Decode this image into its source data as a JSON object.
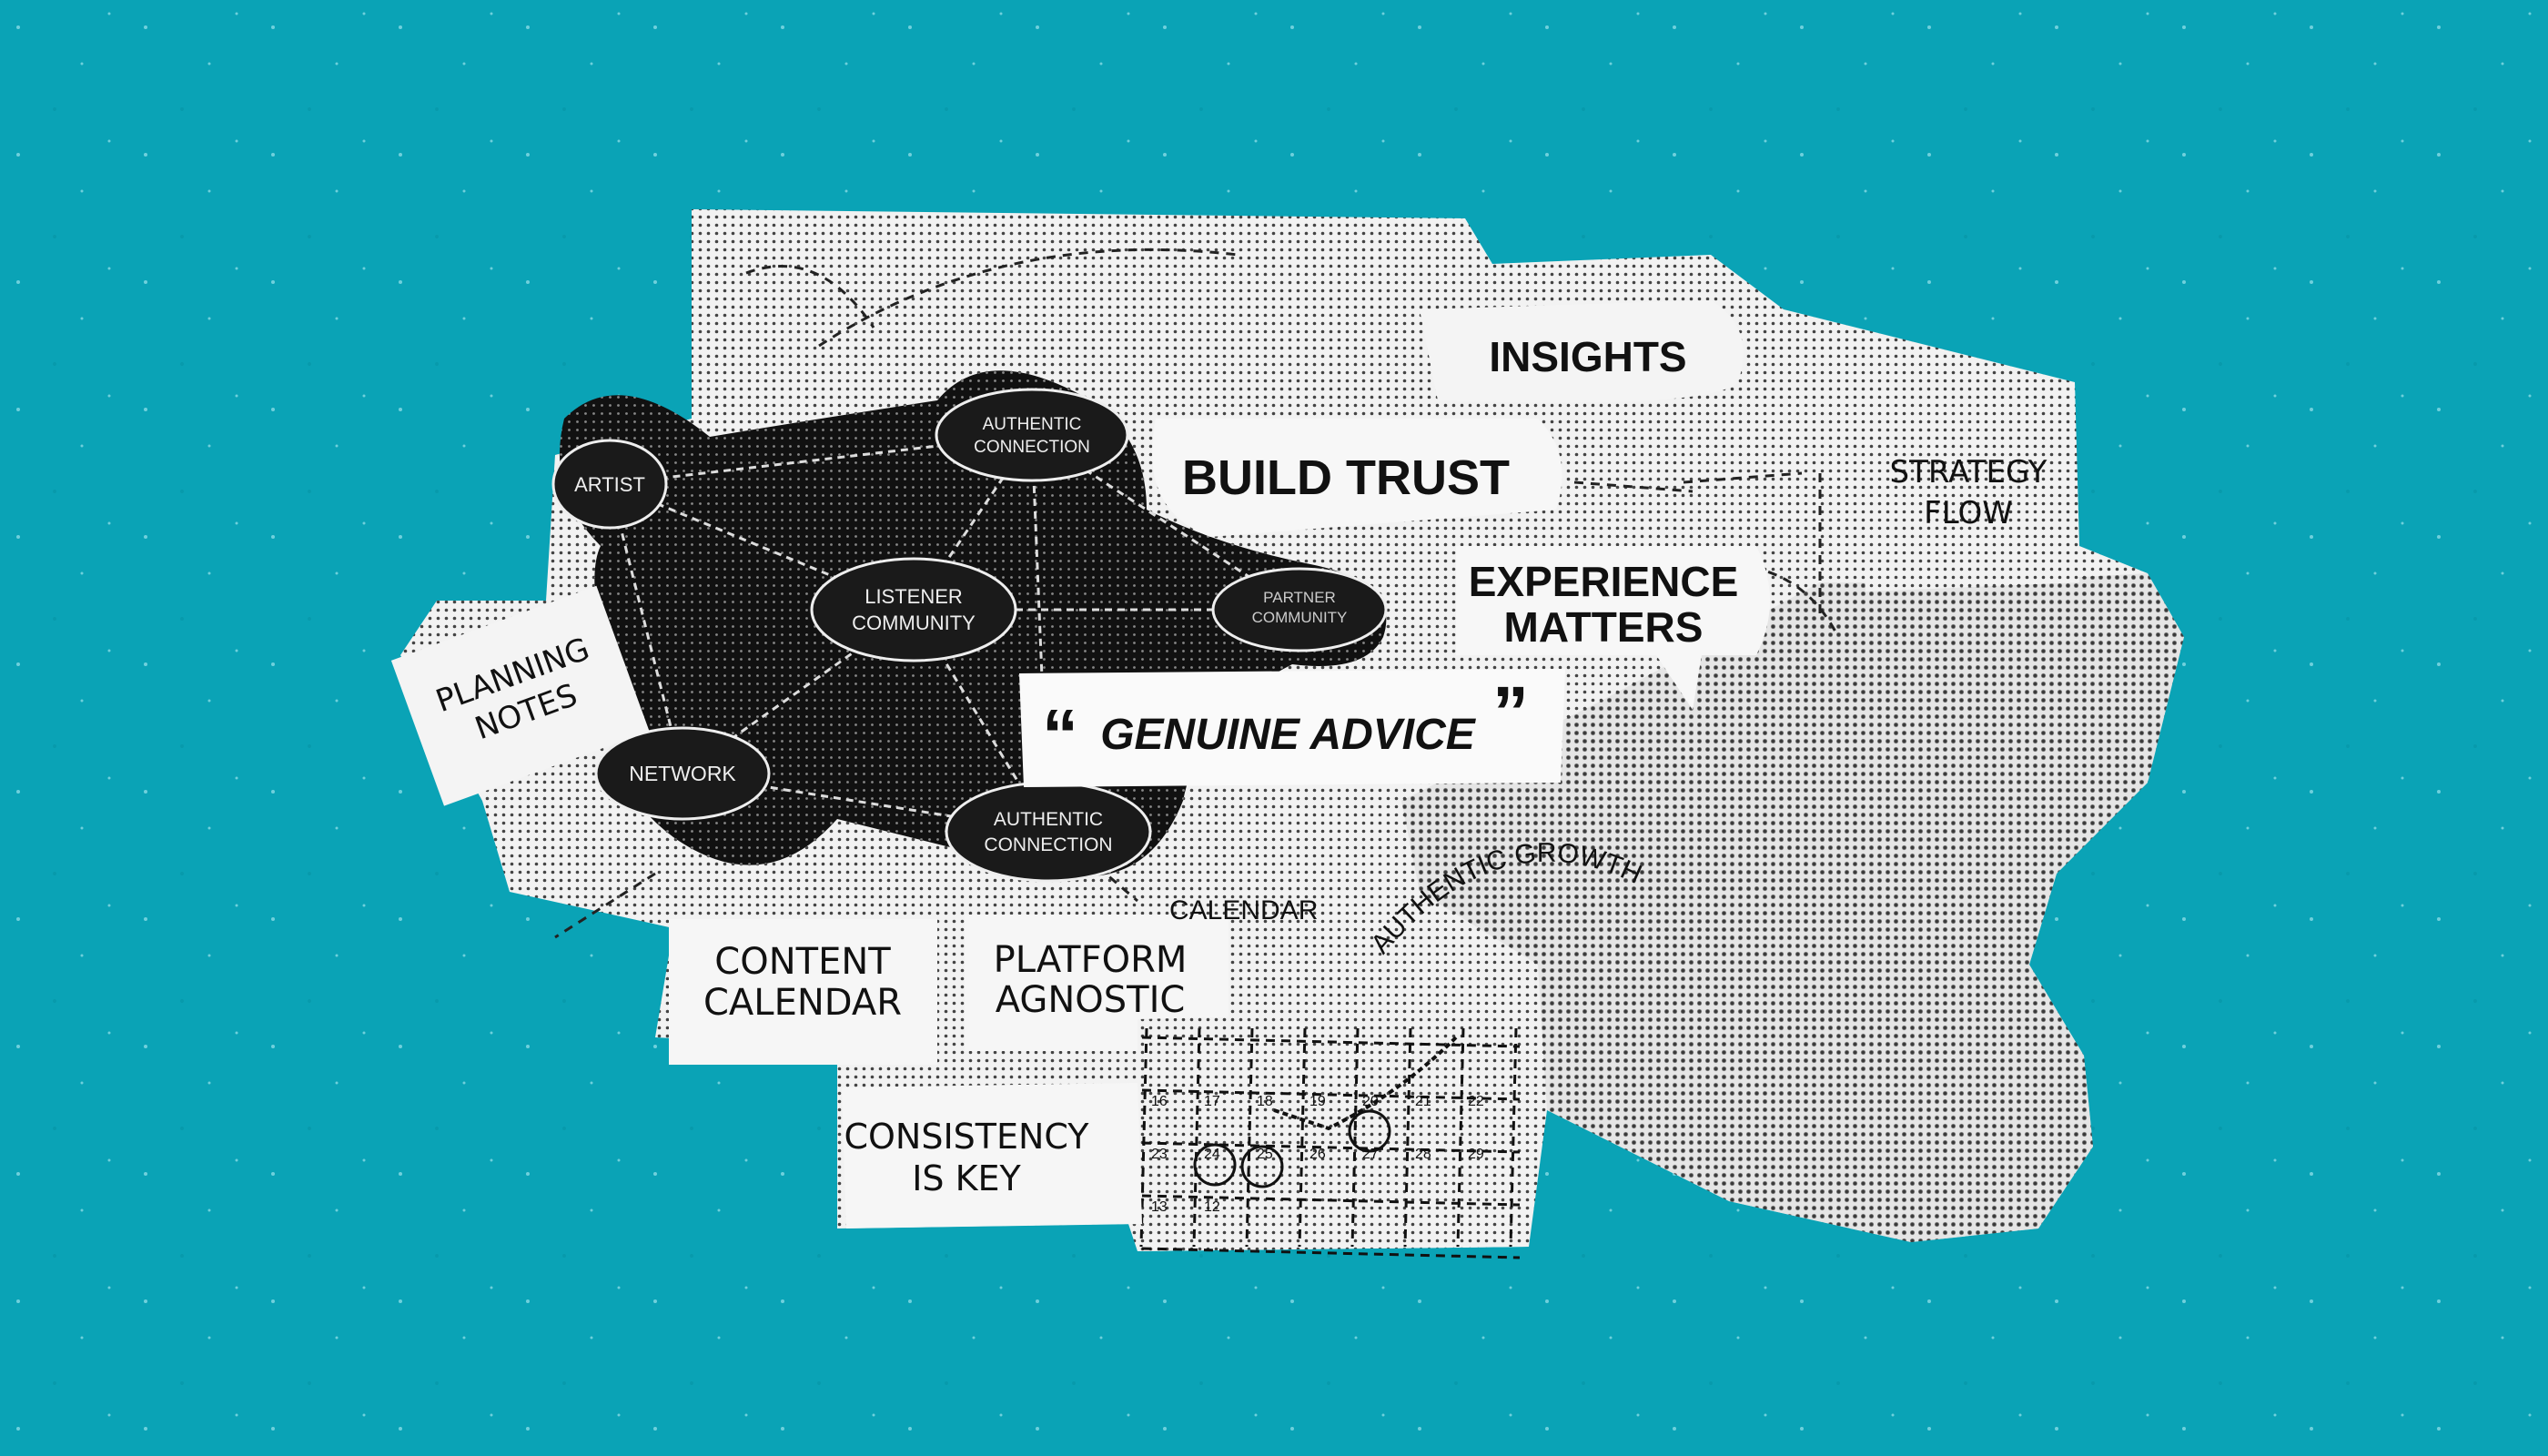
{
  "colors": {
    "background": "#0aa3b6",
    "paper": "#efefef",
    "ink": "#111111",
    "dot": "#555555"
  },
  "network": {
    "nodes": [
      {
        "id": "artist",
        "label": [
          "ARTIST"
        ]
      },
      {
        "id": "auth_top",
        "label": [
          "AUTHENTIC",
          "CONNECTION"
        ]
      },
      {
        "id": "listener",
        "label": [
          "LISTENER",
          "COMMUNITY"
        ]
      },
      {
        "id": "network",
        "label": [
          "NETWORK"
        ]
      },
      {
        "id": "auth_bottom",
        "label": [
          "AUTHENTIC",
          "CONNECTION"
        ]
      },
      {
        "id": "partner",
        "label": [
          "PARTNER",
          "COMMUNITY"
        ]
      }
    ]
  },
  "labels": {
    "insights": "INSIGHTS",
    "build_trust": "BUILD TRUST",
    "experience": [
      "EXPERIENCE",
      "MATTERS"
    ],
    "genuine_advice": "GENUINE ADVICE",
    "quote_open": "“",
    "quote_close": "”",
    "strategy_flow": [
      "STRATEGY",
      "FLOW"
    ],
    "planning_notes": [
      "PLANNING",
      "NOTES"
    ],
    "content_calendar": [
      "CONTENT",
      "CALENDAR"
    ],
    "platform_agnostic": [
      "PLATFORM",
      "AGNOSTIC"
    ],
    "calendar": "CALENDAR",
    "authentic_growth": "AUTHENTIC GROWTH",
    "consistency": [
      "CONSISTENCY",
      "IS KEY"
    ]
  },
  "calendar_numbers": [
    "16",
    "17",
    "18",
    "19",
    "20",
    "21",
    "22",
    "23",
    "24",
    "25",
    "26",
    "27",
    "28",
    "29",
    "13",
    "12"
  ]
}
